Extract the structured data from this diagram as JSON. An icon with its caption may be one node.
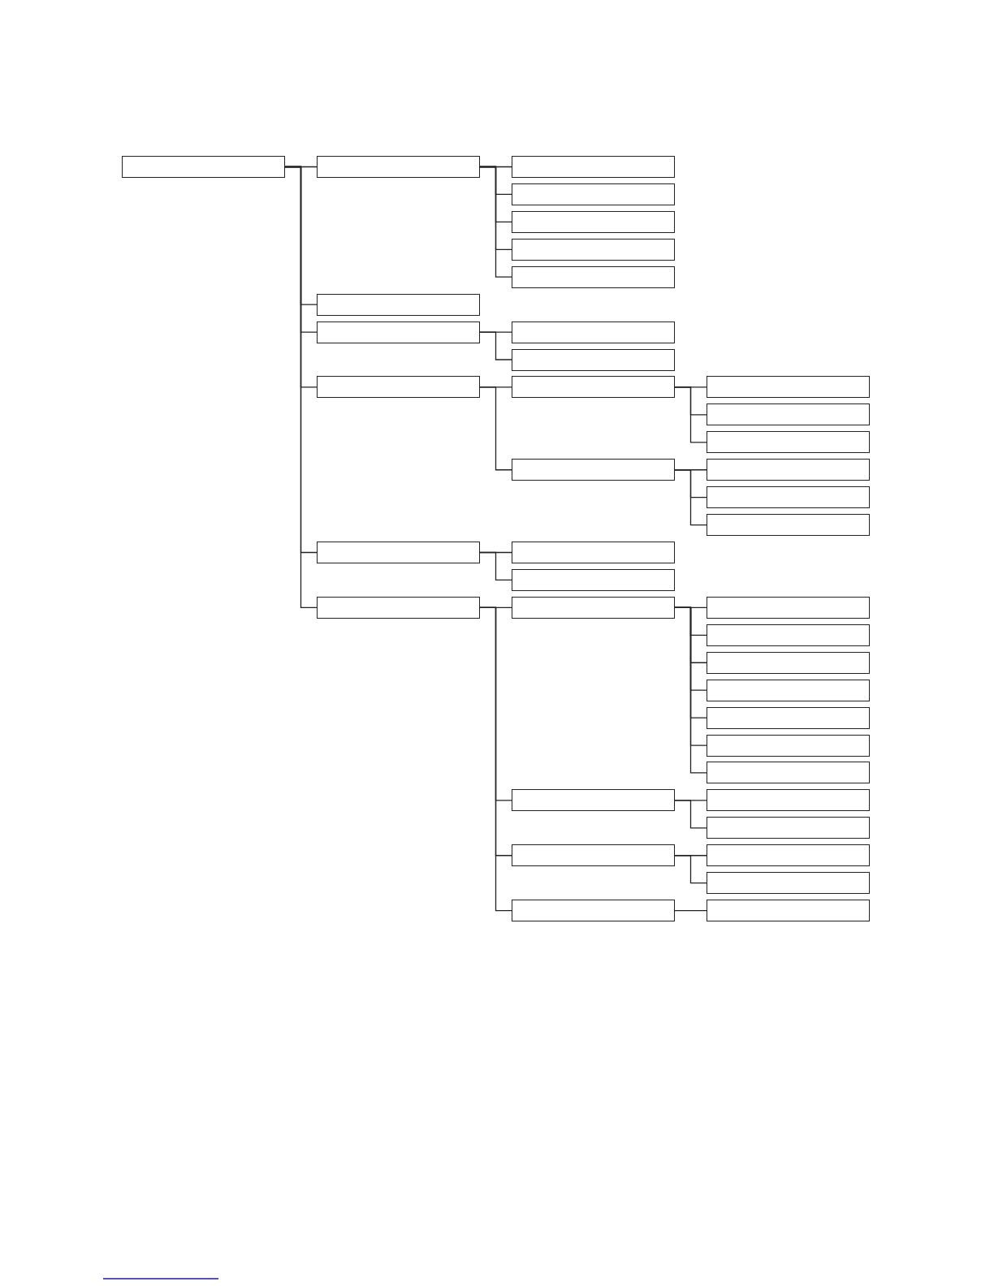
{
  "diagram": {
    "nodes": [
      {
        "text": [],
        "shape": "box"
      },
      {
        "text": [],
        "shape": "box"
      },
      {
        "text": [],
        "shape": "box"
      },
      {
        "text": [],
        "shape": "box"
      },
      {
        "text": [],
        "shape": "box"
      },
      {
        "text": [],
        "shape": "box"
      },
      {
        "text": [],
        "shape": "box"
      },
      {
        "text": [],
        "shape": "box"
      },
      {
        "text": [],
        "shape": "box"
      },
      {
        "text": [],
        "shape": "box"
      },
      {
        "text": [],
        "shape": "box"
      },
      {
        "text": [],
        "shape": "box"
      },
      {
        "text": [],
        "shape": "box"
      },
      {
        "text": [],
        "shape": "box"
      },
      {
        "text": [],
        "shape": "box"
      },
      {
        "text": [],
        "shape": "box"
      },
      {
        "text": [],
        "shape": "box"
      },
      {
        "text": [],
        "shape": "box"
      },
      {
        "text": [],
        "shape": "box"
      },
      {
        "text": [],
        "shape": "box"
      },
      {
        "text": [],
        "shape": "box"
      },
      {
        "text": [],
        "shape": "box"
      },
      {
        "text": [],
        "shape": "box"
      },
      {
        "text": [],
        "shape": "box"
      },
      {
        "text": [],
        "shape": "box"
      },
      {
        "text": [],
        "shape": "box"
      },
      {
        "text": [],
        "shape": "box"
      },
      {
        "text": [],
        "shape": "box"
      },
      {
        "text": [],
        "shape": "box"
      },
      {
        "text": [],
        "shape": "box"
      },
      {
        "text": [],
        "shape": "box"
      },
      {
        "text": [],
        "shape": "box"
      },
      {
        "text": [],
        "shape": "box"
      },
      {
        "text": [],
        "shape": "box"
      },
      {
        "text": [],
        "shape": "box"
      },
      {
        "text": [],
        "shape": "box"
      },
      {
        "text": [],
        "shape": "box"
      },
      {
        "text": [],
        "shape": "box"
      },
      {
        "text": [],
        "shape": "box"
      },
      {
        "text": [],
        "shape": "box"
      }
    ],
    "edges": [
      {
        "from": 0,
        "to": 1,
        "arrow": "none"
      },
      {
        "from": 1,
        "to": 2,
        "arrow": "none"
      },
      {
        "from": 1,
        "to": 3,
        "arrow": "none"
      },
      {
        "from": 1,
        "to": 4,
        "arrow": "none"
      },
      {
        "from": 1,
        "to": 5,
        "arrow": "none"
      },
      {
        "from": 1,
        "to": 6,
        "arrow": "none"
      },
      {
        "from": 0,
        "to": 7,
        "arrow": "none"
      },
      {
        "from": 0,
        "to": 8,
        "arrow": "none"
      },
      {
        "from": 8,
        "to": 9,
        "arrow": "none"
      },
      {
        "from": 8,
        "to": 10,
        "arrow": "none"
      },
      {
        "from": 0,
        "to": 11,
        "arrow": "none"
      },
      {
        "from": 11,
        "to": 12,
        "arrow": "none"
      },
      {
        "from": 12,
        "to": 13,
        "arrow": "none"
      },
      {
        "from": 12,
        "to": 14,
        "arrow": "none"
      },
      {
        "from": 12,
        "to": 15,
        "arrow": "none"
      },
      {
        "from": 11,
        "to": 16,
        "arrow": "none"
      },
      {
        "from": 16,
        "to": 17,
        "arrow": "none"
      },
      {
        "from": 16,
        "to": 18,
        "arrow": "none"
      },
      {
        "from": 16,
        "to": 19,
        "arrow": "none"
      },
      {
        "from": 0,
        "to": 20,
        "arrow": "none"
      },
      {
        "from": 20,
        "to": 21,
        "arrow": "none"
      },
      {
        "from": 20,
        "to": 22,
        "arrow": "none"
      },
      {
        "from": 0,
        "to": 23,
        "arrow": "none"
      },
      {
        "from": 23,
        "to": 24,
        "arrow": "none"
      },
      {
        "from": 24,
        "to": 25,
        "arrow": "none"
      },
      {
        "from": 24,
        "to": 26,
        "arrow": "none"
      },
      {
        "from": 24,
        "to": 27,
        "arrow": "none"
      },
      {
        "from": 24,
        "to": 28,
        "arrow": "none"
      },
      {
        "from": 24,
        "to": 29,
        "arrow": "none"
      },
      {
        "from": 24,
        "to": 30,
        "arrow": "none"
      },
      {
        "from": 24,
        "to": 31,
        "arrow": "none"
      },
      {
        "from": 23,
        "to": 32,
        "arrow": "none"
      },
      {
        "from": 32,
        "to": 33,
        "arrow": "none"
      },
      {
        "from": 32,
        "to": 34,
        "arrow": "none"
      },
      {
        "from": 23,
        "to": 35,
        "arrow": "none"
      },
      {
        "from": 35,
        "to": 36,
        "arrow": "none"
      },
      {
        "from": 35,
        "to": 37,
        "arrow": "none"
      },
      {
        "from": 23,
        "to": 38,
        "arrow": "none"
      },
      {
        "from": 38,
        "to": 39,
        "arrow": "none"
      }
    ]
  }
}
